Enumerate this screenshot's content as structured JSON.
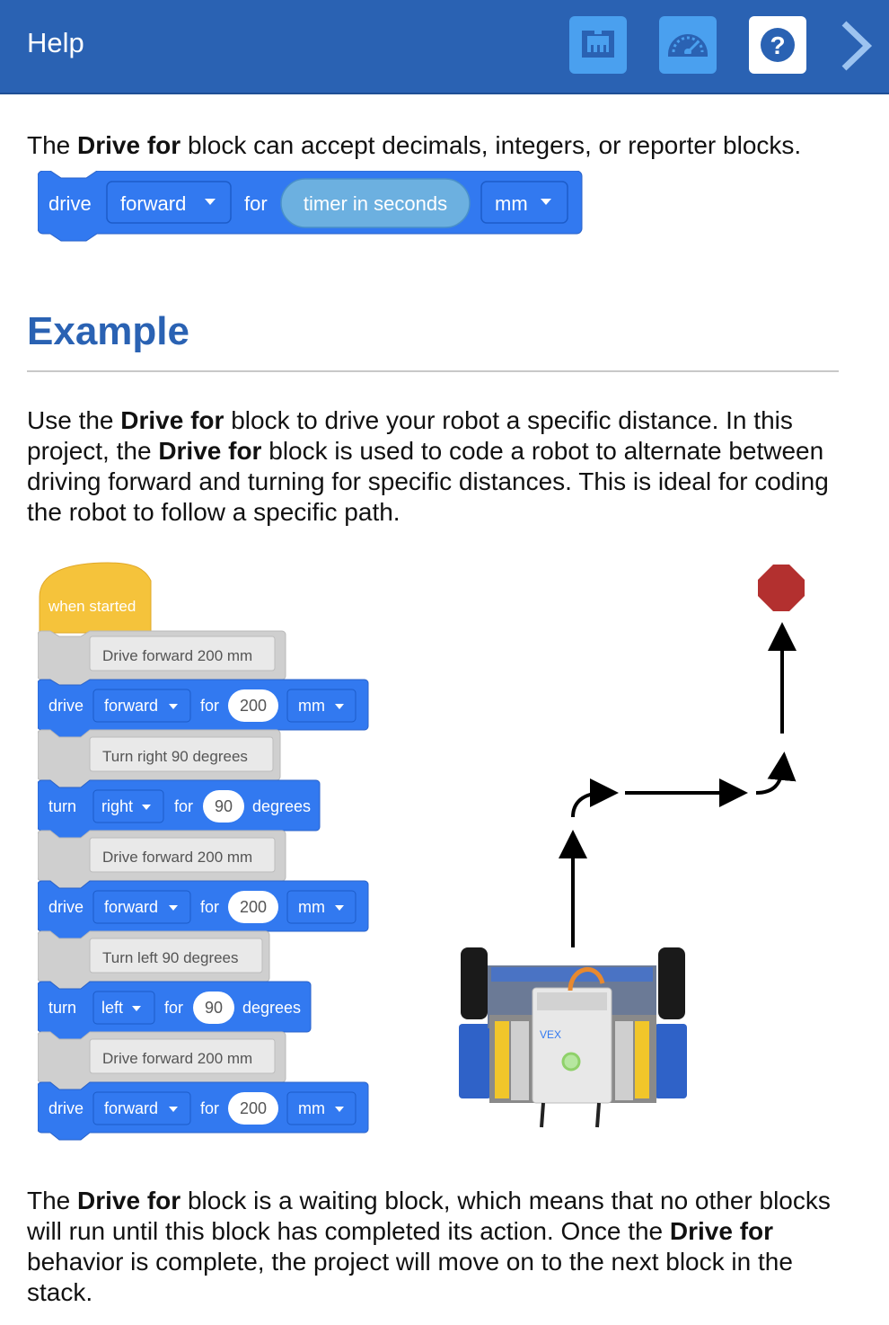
{
  "header": {
    "title": "Help",
    "icons": [
      "devices-icon",
      "dashboard-icon",
      "help-icon",
      "chevron-right-icon"
    ]
  },
  "intro": {
    "pre": "The ",
    "bold": "Drive for",
    "post": " block can accept decimals, integers, or reporter blocks."
  },
  "sample_block": {
    "drive": "drive",
    "direction": "forward",
    "for": "for",
    "reporter": "timer in seconds",
    "unit": "mm"
  },
  "example_heading": "Example",
  "example_text": {
    "t1": "Use the ",
    "b1": "Drive for",
    "t2": " block to drive your robot a specific distance. In this project, the ",
    "b2": "Drive for",
    "t3": " block is used to code a robot to alternate between driving forward and turning for specific distances. This is ideal for coding the robot to follow a specific path."
  },
  "stack": {
    "hat": "when started",
    "comment1": "Drive forward 200 mm",
    "drive1": {
      "cmd": "drive",
      "dir": "forward",
      "for": "for",
      "value": "200",
      "unit": "mm"
    },
    "comment2": "Turn right 90 degrees",
    "turn1": {
      "cmd": "turn",
      "dir": "right",
      "for": "for",
      "value": "90",
      "unit": "degrees"
    },
    "comment3": "Drive forward 200 mm",
    "drive2": {
      "cmd": "drive",
      "dir": "forward",
      "for": "for",
      "value": "200",
      "unit": "mm"
    },
    "comment4": "Turn left 90 degrees",
    "turn2": {
      "cmd": "turn",
      "dir": "left",
      "for": "for",
      "value": "90",
      "unit": "degrees"
    },
    "comment5": "Drive forward 200 mm",
    "drive3": {
      "cmd": "drive",
      "dir": "forward",
      "for": "for",
      "value": "200",
      "unit": "mm"
    }
  },
  "robot_brand": "VEX",
  "waiting_text": {
    "t1": "The ",
    "b1": "Drive for",
    "t2": " block is a waiting block, which means that no other blocks will run until this block has completed its action. Once the ",
    "b2": "Drive for",
    "t3": " behavior is complete, the project will move on to the next block in the stack."
  },
  "colors": {
    "header": "#2a62b3",
    "block_blue": "#3279f0",
    "hat_yellow": "#f5c33b",
    "comment_gray": "#cfcfcf",
    "stop_red": "#b3302f",
    "reporter": "#6cb0e0"
  }
}
